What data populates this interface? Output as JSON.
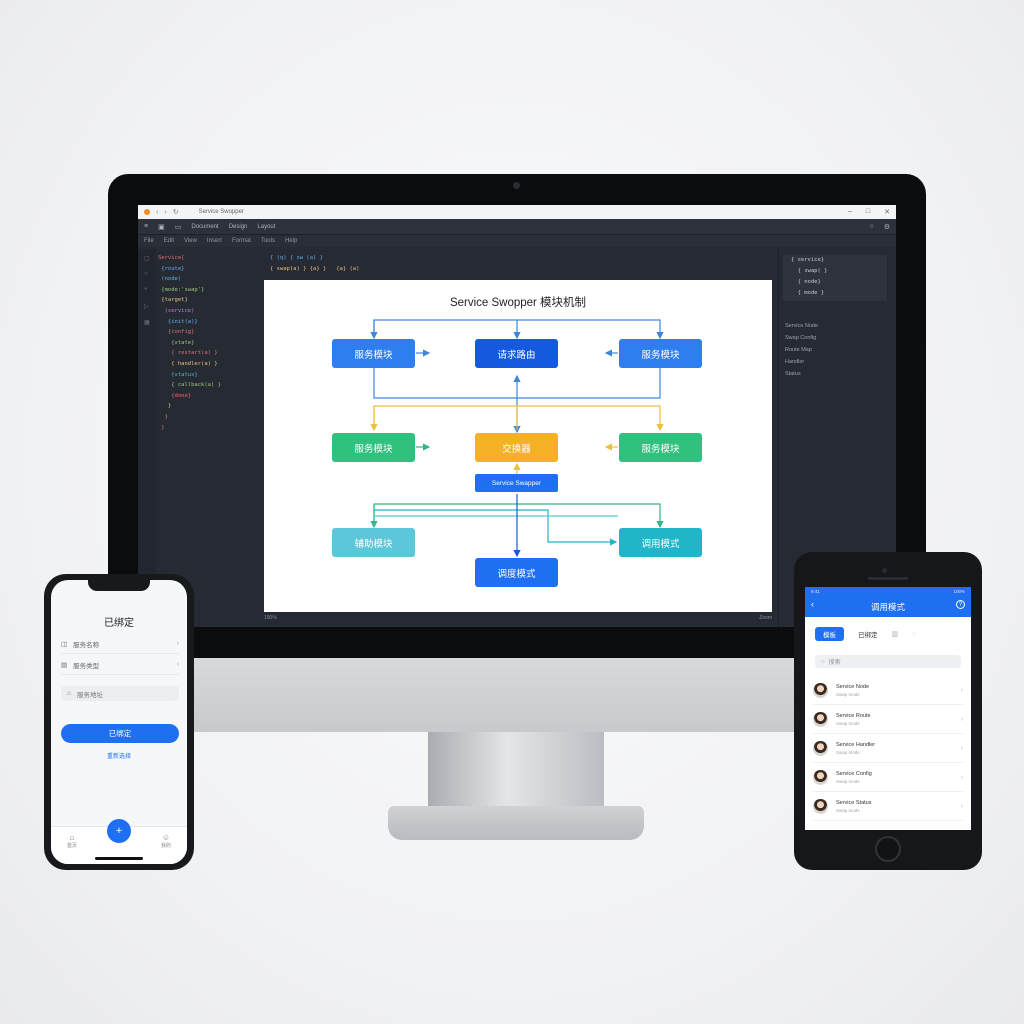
{
  "colors": {
    "blue": "#2f7ef0",
    "blue_dark": "#1559de",
    "green": "#2ec27e",
    "orange": "#f5b125",
    "teal": "#5cc7d8",
    "cyan_dark": "#21b5c9",
    "edge_blue": "#3f86d6",
    "edge_yellow": "#e9c13e",
    "edge_green": "#33b58c",
    "accent_app": "#1f6ff2"
  },
  "editor": {
    "window_title": "Service Swopper",
    "titlebar_icons": [
      "back-icon",
      "forward-icon",
      "refresh-icon"
    ],
    "toolbar": [
      "Document",
      "Design",
      "Layout"
    ],
    "menu": [
      "File",
      "Edit",
      "View",
      "Insert",
      "Format",
      "Tools",
      "Help"
    ],
    "code_lines": [
      {
        "text": "Service{",
        "color": "#e06c75"
      },
      {
        "text": " {route}",
        "color": "#61afef"
      },
      {
        "text": " (node)",
        "color": "#61afef"
      },
      {
        "text": " {mode:'swap'}",
        "color": "#98c379"
      },
      {
        "text": " {target}",
        "color": "#e5c07b"
      },
      {
        "text": "  (service)",
        "color": "#c678dd"
      },
      {
        "text": "   {init(a)}",
        "color": "#61afef"
      },
      {
        "text": "   {config}",
        "color": "#e06c75"
      },
      {
        "text": "    {state}",
        "color": "#98c379"
      },
      {
        "text": "    { restart(a) }",
        "color": "#e06c75"
      },
      {
        "text": "    { handler(a) }",
        "color": "#e5c07b"
      },
      {
        "text": "    {status}",
        "color": "#56b6c2"
      },
      {
        "text": "    { callback(a) }",
        "color": "#98c379"
      },
      {
        "text": "    {done}",
        "color": "#e06c75"
      },
      {
        "text": "   }",
        "color": "#e5c07b"
      },
      {
        "text": "  }",
        "color": "#e06c75"
      },
      {
        "text": " }",
        "color": "#e06c75"
      }
    ],
    "code_top": [
      {
        "text": "{ (q) { sw (a) }",
        "color": "#61afef"
      },
      {
        "text": "{ swap(a) } {a} }   {a} (a)",
        "color": "#e5c07b"
      }
    ],
    "right_panel_lines": [
      "{ service}",
      "  { swap( }",
      "  { node}",
      "  { mode }"
    ],
    "right_panel_items": [
      "Service Node",
      "Swap Config",
      "Route Map",
      "Handler",
      "Status"
    ],
    "status_left": "100%",
    "status_right": "Zoom"
  },
  "diagram": {
    "title": "Service Swopper 模块机制",
    "nodes": {
      "top_left": "服务模块",
      "top_center": "请求路由",
      "top_right": "服务模块",
      "mid_left": "服务模块",
      "mid_center": "交换器",
      "mid_right": "服务模块",
      "swapper_label": "Service Swapper",
      "bottom_left": "辅助模块",
      "bottom_right": "调用模式",
      "bottom_center": "调度模式"
    }
  },
  "phone_left": {
    "title": "已绑定",
    "rows": [
      {
        "icon": "user-icon",
        "label": "服务名称"
      },
      {
        "icon": "doc-icon",
        "label": "服务类型"
      }
    ],
    "field_label": "服务地址",
    "primary_button": "已绑定",
    "link": "重新选择",
    "tabs": [
      {
        "icon": "home-icon",
        "label": "首页"
      },
      {
        "icon": "user-icon",
        "label": "我的"
      }
    ]
  },
  "phone_right": {
    "status_left": "9:41",
    "status_right": "100%",
    "title": "调用模式",
    "tabs": [
      "模板",
      "已绑定"
    ],
    "search_placeholder": "搜索",
    "list": [
      {
        "name": "Service Node",
        "sub": "Swap mode"
      },
      {
        "name": "Service Route",
        "sub": "Swap mode"
      },
      {
        "name": "Service Handler",
        "sub": "Swap mode"
      },
      {
        "name": "Service Config",
        "sub": "Swap mode"
      },
      {
        "name": "Service Status",
        "sub": "Swap mode"
      }
    ]
  }
}
